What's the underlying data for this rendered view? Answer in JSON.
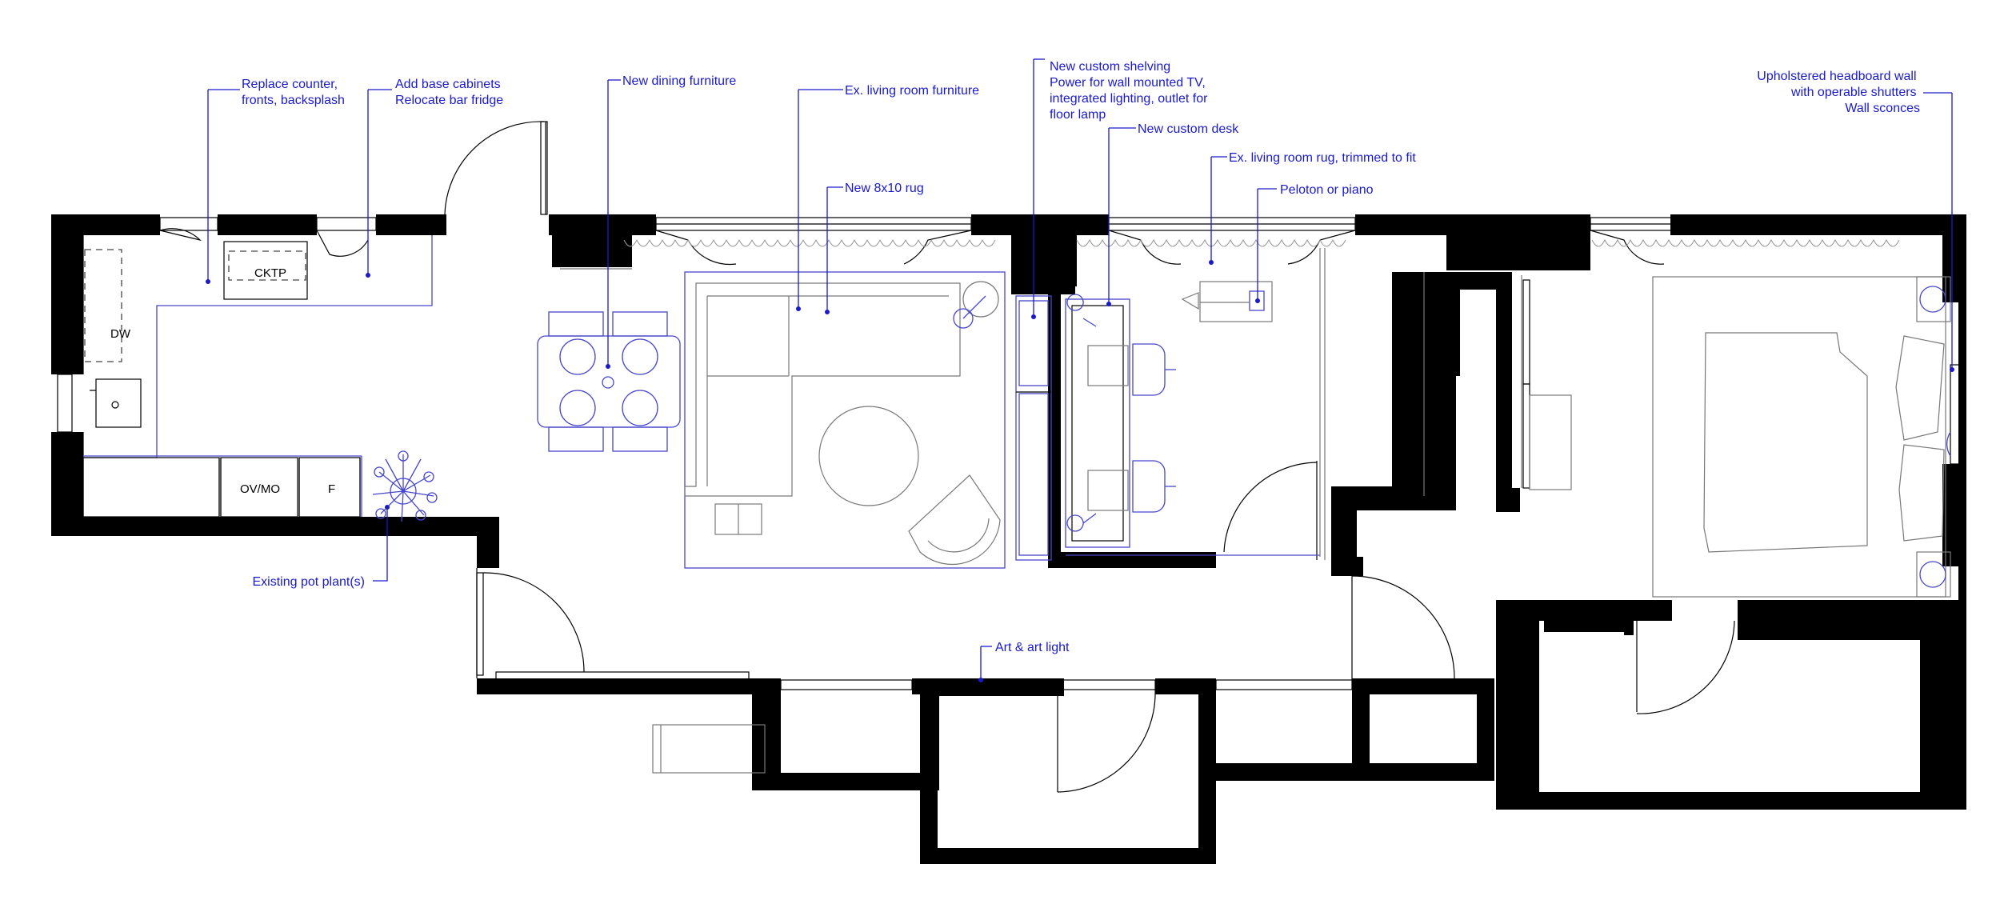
{
  "room_labels": {
    "cooktop": "CKTP",
    "dishwasher": "DW",
    "oven_microwave": "OV/MO",
    "fridge": "F"
  },
  "annotations": {
    "kitchen_counter": [
      "Replace counter,",
      "fronts, backsplash"
    ],
    "base_cabinets": [
      "Add base cabinets",
      "Relocate bar fridge"
    ],
    "dining": [
      "New dining furniture"
    ],
    "living_furniture": [
      "Ex. living room furniture"
    ],
    "rug": [
      "New 8x10 rug"
    ],
    "shelving": [
      "New custom shelving",
      "Power for wall mounted TV,",
      "integrated lighting, outlet for",
      "floor lamp"
    ],
    "desk": [
      "New custom desk"
    ],
    "living_rug": [
      "Ex. living room rug, trimmed to fit"
    ],
    "peloton": [
      "Peloton or piano"
    ],
    "headboard": [
      "Upholstered headboard wall",
      "with operable shutters",
      "Wall sconces"
    ],
    "plants": [
      "Existing pot plant(s)"
    ],
    "art": [
      "Art & art light"
    ]
  },
  "colors": {
    "annotation": "#1a1acc",
    "walls": "#000000",
    "furniture": "#555555"
  }
}
